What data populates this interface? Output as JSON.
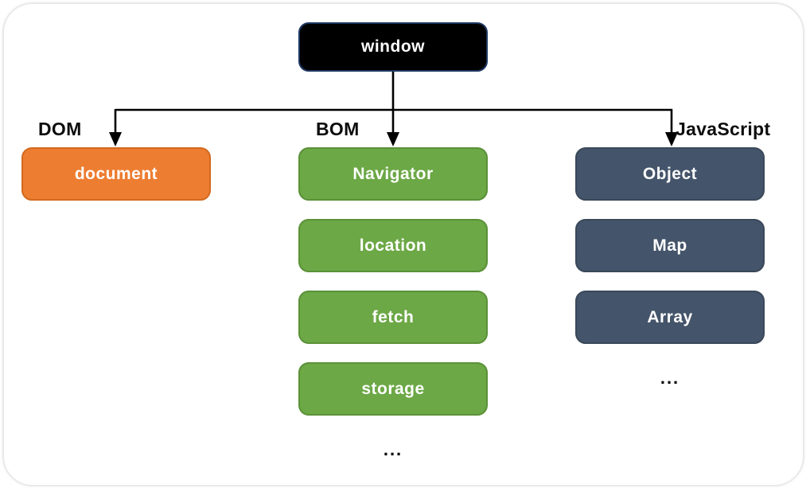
{
  "page": {
    "background": "#ffffff",
    "frame_border_color": "#e9e9e9",
    "connector_color": "#000000"
  },
  "root_node": {
    "label": "window",
    "fill": "#000000",
    "border_color": "#1f3864",
    "text_color": "#ffffff"
  },
  "branches": [
    {
      "label": "DOM",
      "node_fill": "#ED7D31",
      "nodes": [
        {
          "label": "document"
        }
      ],
      "ellipsis": ""
    },
    {
      "label": "BOM",
      "node_fill": "#6CA846",
      "nodes": [
        {
          "label": "Navigator"
        },
        {
          "label": "location"
        },
        {
          "label": "fetch"
        },
        {
          "label": "storage"
        }
      ],
      "ellipsis": "..."
    },
    {
      "label": "JavaScript",
      "node_fill": "#44546A",
      "nodes": [
        {
          "label": "Object"
        },
        {
          "label": "Map"
        },
        {
          "label": "Array"
        }
      ],
      "ellipsis": "..."
    }
  ]
}
